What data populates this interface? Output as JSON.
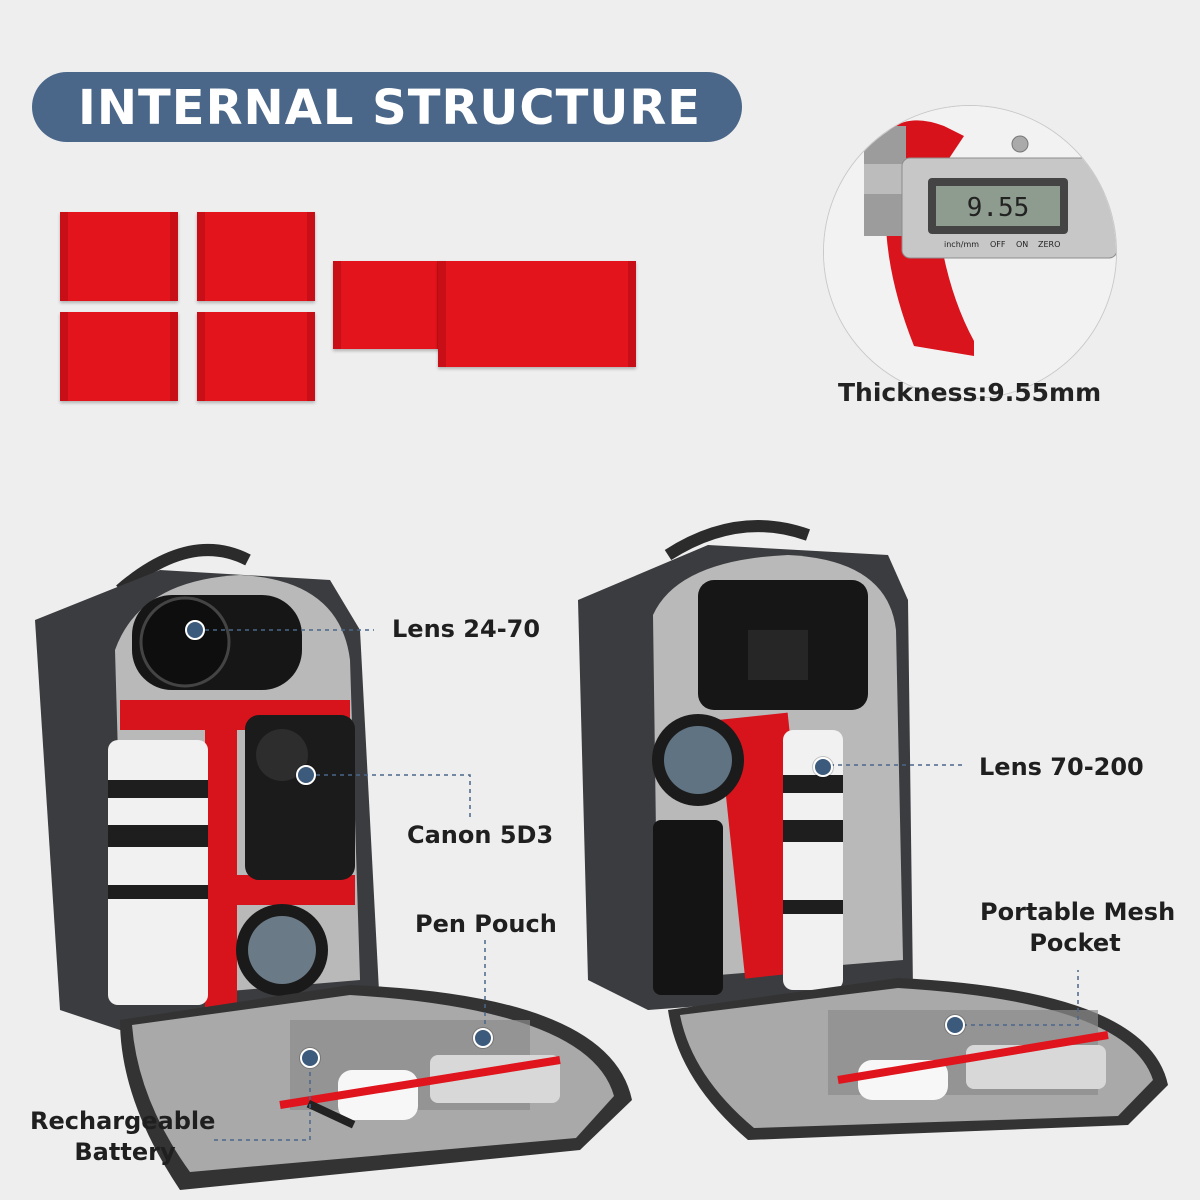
{
  "header": {
    "title": "INTERNAL STRUCTURE"
  },
  "caliper": {
    "display_value": "9.55",
    "caption": "Thickness:9.55mm",
    "units_button": "inch/mm",
    "off_button": "OFF",
    "on_button": "ON",
    "zero_button": "ZERO"
  },
  "left_bag": {
    "callouts": [
      {
        "label": "Lens 24-70"
      },
      {
        "label": "Canon 5D3"
      },
      {
        "label": "Pen Pouch"
      },
      {
        "label_line1": "Rechargeable",
        "label_line2": "Battery"
      }
    ]
  },
  "right_bag": {
    "callouts": [
      {
        "label": "Lens 70-200"
      },
      {
        "label_line1": "Portable Mesh",
        "label_line2": "Pocket"
      }
    ]
  },
  "colors": {
    "banner": "#4a6789",
    "accent_red": "#e3141c",
    "dot": "#3c5a7c",
    "bag_body": "#3a3b3e",
    "lining": "#b5b5b5"
  }
}
